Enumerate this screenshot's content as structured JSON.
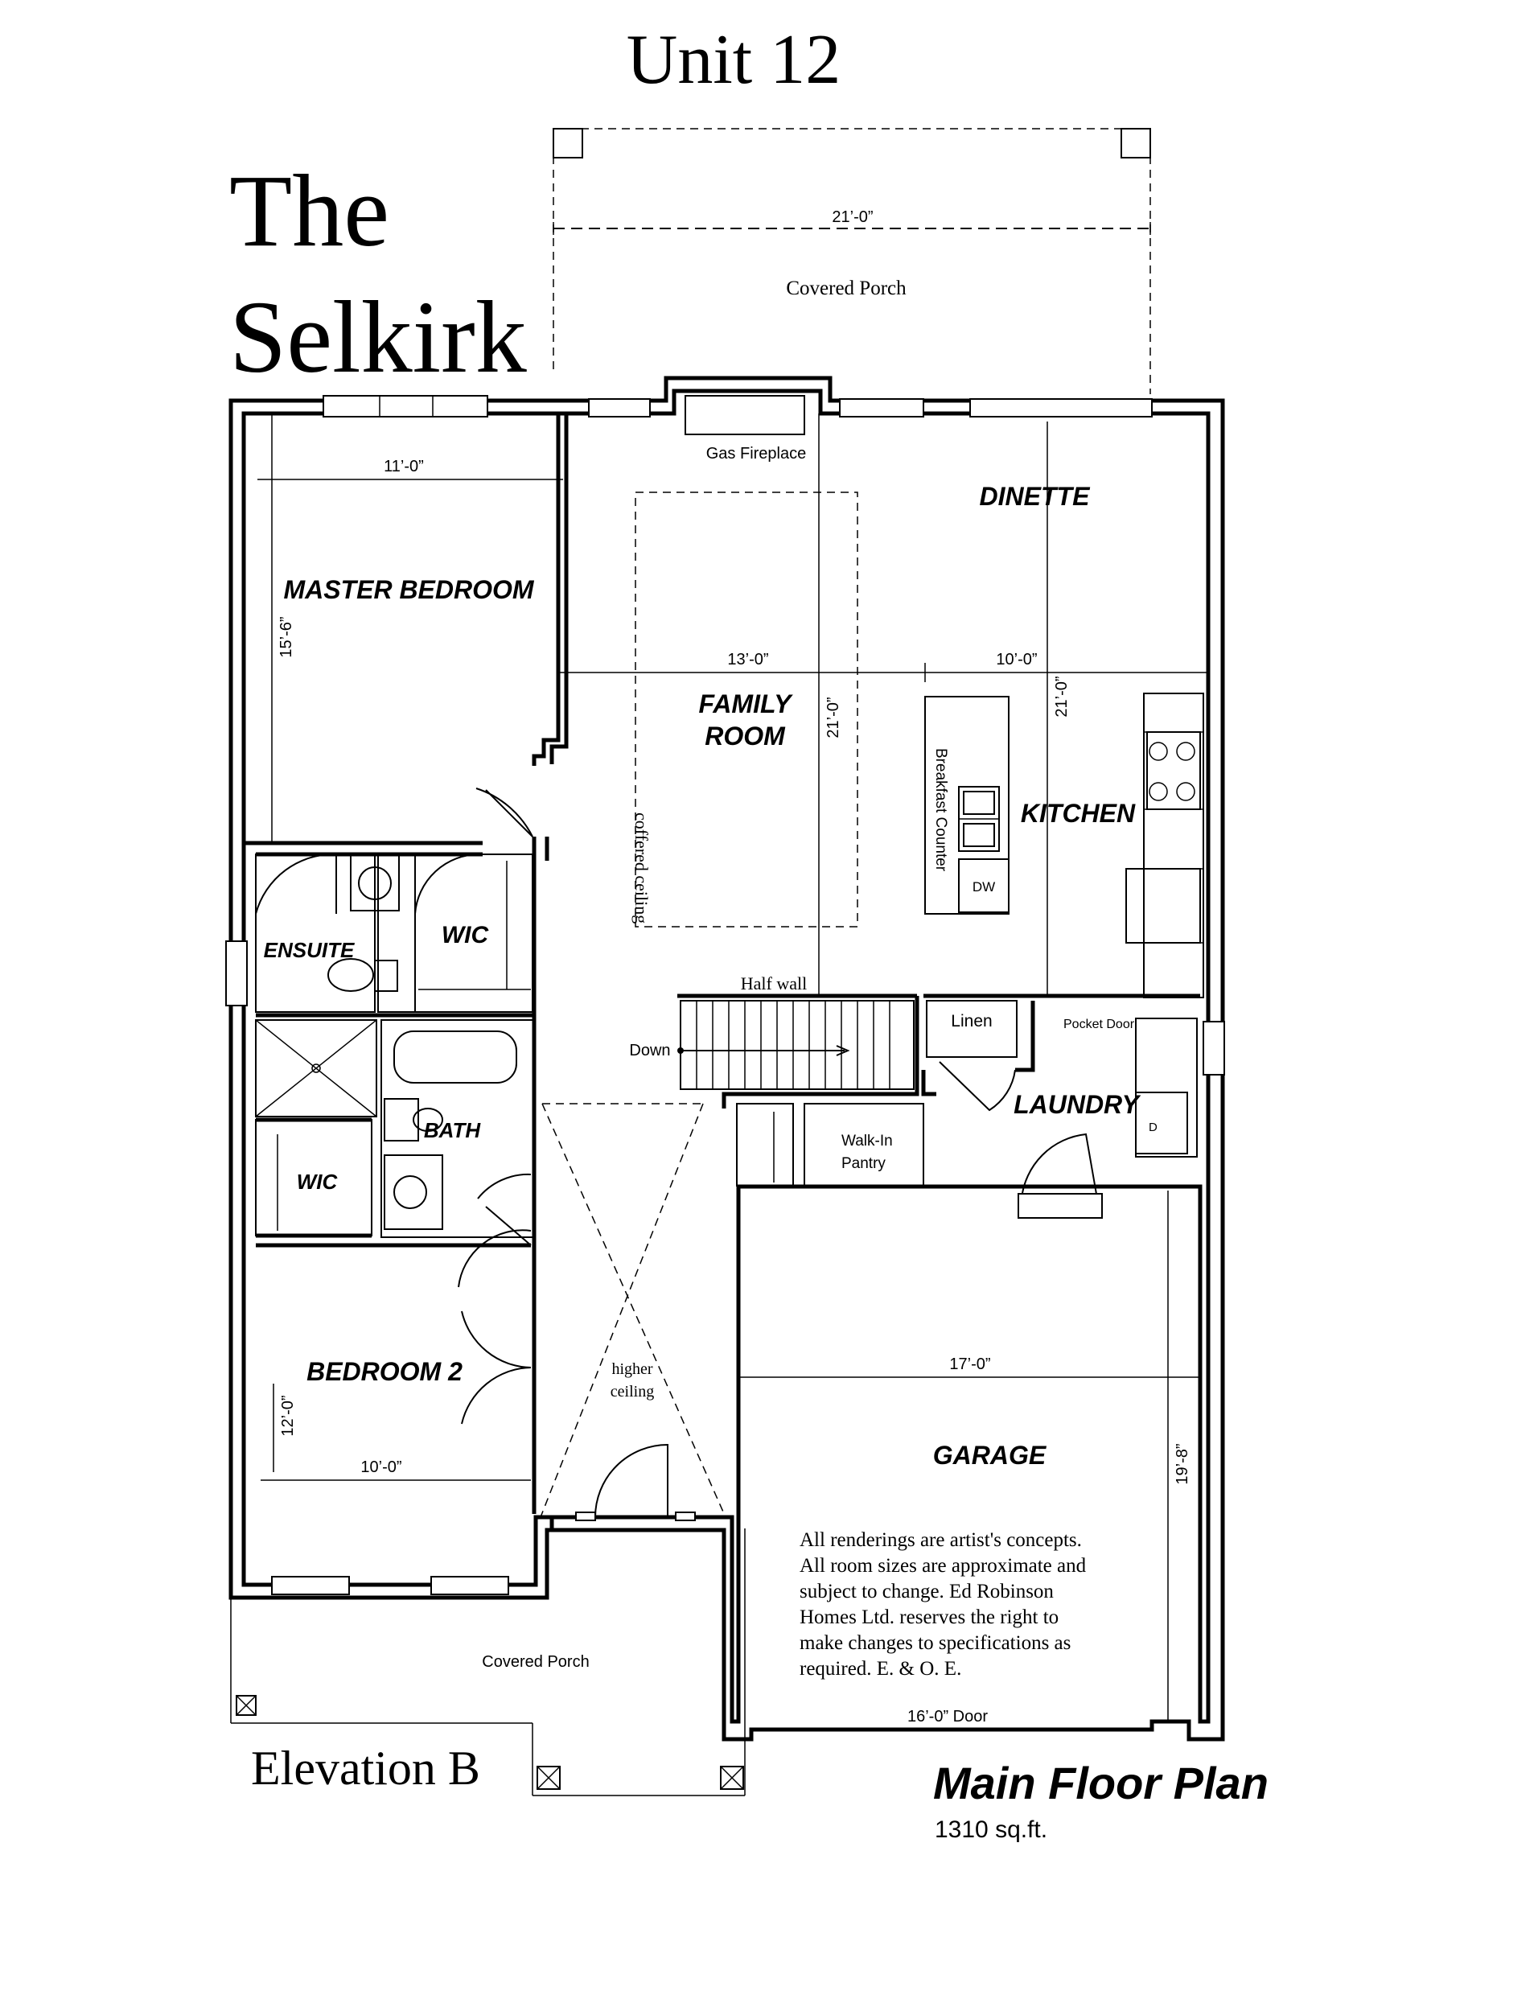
{
  "header": {
    "unit": "Unit 12"
  },
  "plan_name": {
    "line1": "The",
    "line2": "Selkirk"
  },
  "elevation": "Elevation B",
  "footer": {
    "title": "Main Floor Plan",
    "area": "1310 sq.ft."
  },
  "rooms": {
    "master_bedroom": "MASTER BEDROOM",
    "family_room_1": "FAMILY",
    "family_room_2": "ROOM",
    "dinette": "DINETTE",
    "kitchen": "KITCHEN",
    "ensuite": "ENSUITE",
    "wic_master": "WIC",
    "bath": "BATH",
    "wic_bed2": "WIC",
    "bedroom_2": "BEDROOM 2",
    "laundry": "LAUNDRY",
    "garage": "GARAGE"
  },
  "labels": {
    "covered_porch_rear": "Covered Porch",
    "gas_fireplace": "Gas Fireplace",
    "coffered_ceiling": "coffered ceiling",
    "breakfast_counter": "Breakfast Counter",
    "dw": "DW",
    "half_wall": "Half wall",
    "down": "Down",
    "linen": "Linen",
    "pocket_door": "Pocket Door",
    "walk_in_pantry_1": "Walk-In",
    "walk_in_pantry_2": "Pantry",
    "dryer": "D",
    "higher_ceiling_1": "higher",
    "higher_ceiling_2": "ceiling",
    "covered_porch_front": "Covered Porch",
    "garage_door": "16’-0” Door"
  },
  "dimensions": {
    "rear_porch_width": "21’-0”",
    "master_width": "11’-0”",
    "master_depth": "15’-6”",
    "family_width": "13’-0”",
    "family_depth": "21’-0”",
    "kitchen_width": "10’-0”",
    "kitchen_depth": "21’-0”",
    "bedroom2_width": "10’-0”",
    "bedroom2_depth": "12’-0”",
    "garage_width": "17’-0”",
    "garage_depth": "19’-8”"
  },
  "disclaimer": [
    "All renderings are artist's concepts.",
    "All room sizes are approximate and",
    "subject to change.  Ed Robinson",
    "Homes Ltd. reserves the right to",
    "make changes to specifications as",
    "required.  E. & O. E."
  ]
}
